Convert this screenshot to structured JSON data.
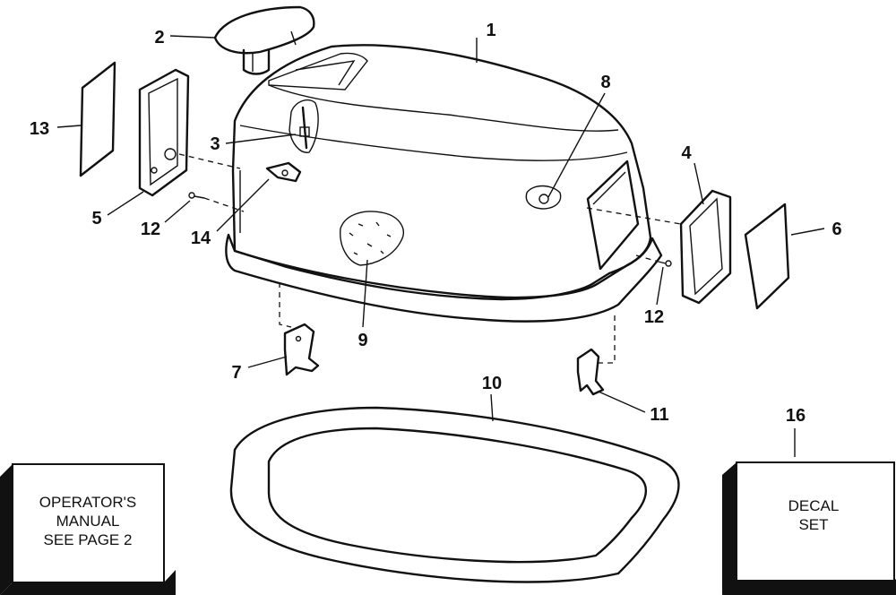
{
  "callouts": [
    "1",
    "2",
    "3",
    "4",
    "5",
    "6",
    "7",
    "8",
    "9",
    "10",
    "11",
    "12",
    "12",
    "13",
    "14",
    "16"
  ],
  "boxes": {
    "manual": [
      "OPERATOR'S",
      "MANUAL",
      "SEE PAGE 2"
    ],
    "decal": [
      "DECAL",
      "SET"
    ]
  }
}
